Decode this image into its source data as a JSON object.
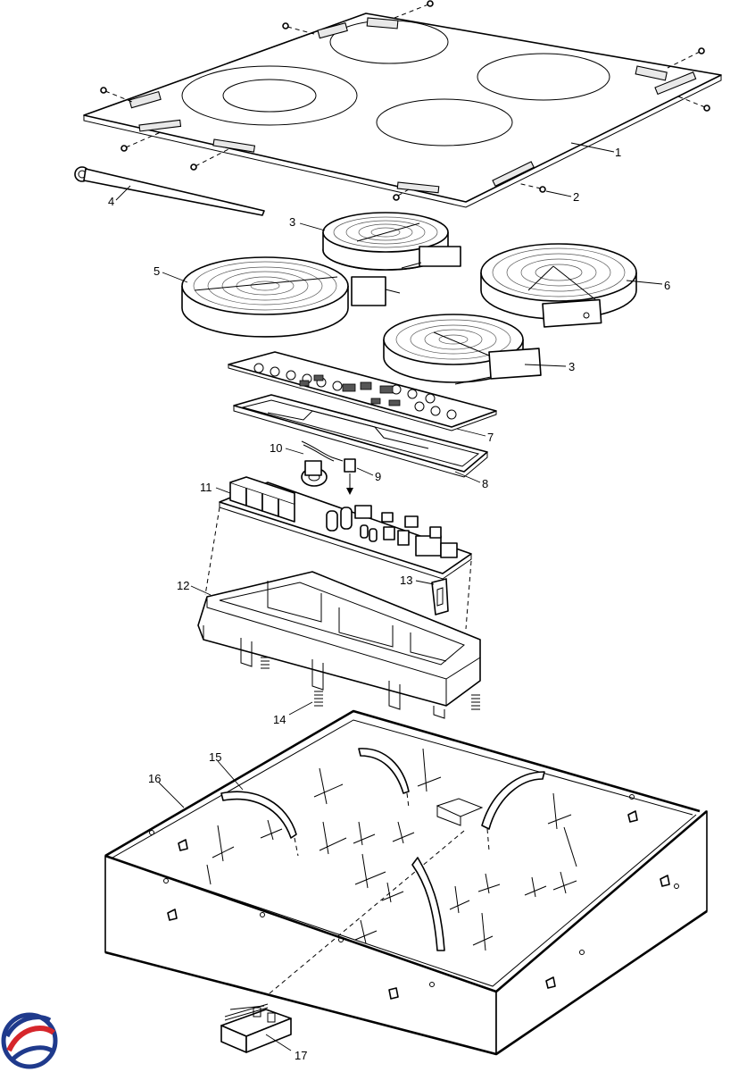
{
  "callouts": {
    "c1": "1",
    "c2": "2",
    "c3a": "3",
    "c3b": "3",
    "c4": "4",
    "c5": "5",
    "c6": "6",
    "c7": "7",
    "c8": "8",
    "c9": "9",
    "c10": "10",
    "c11": "11",
    "c12": "12",
    "c13": "13",
    "c14": "14",
    "c15": "15",
    "c16": "16",
    "c17": "17"
  },
  "logo": {
    "icon": "brand-logo-icon",
    "colors": {
      "ring": "#1f3a8c",
      "accent": "#d6262b"
    }
  }
}
